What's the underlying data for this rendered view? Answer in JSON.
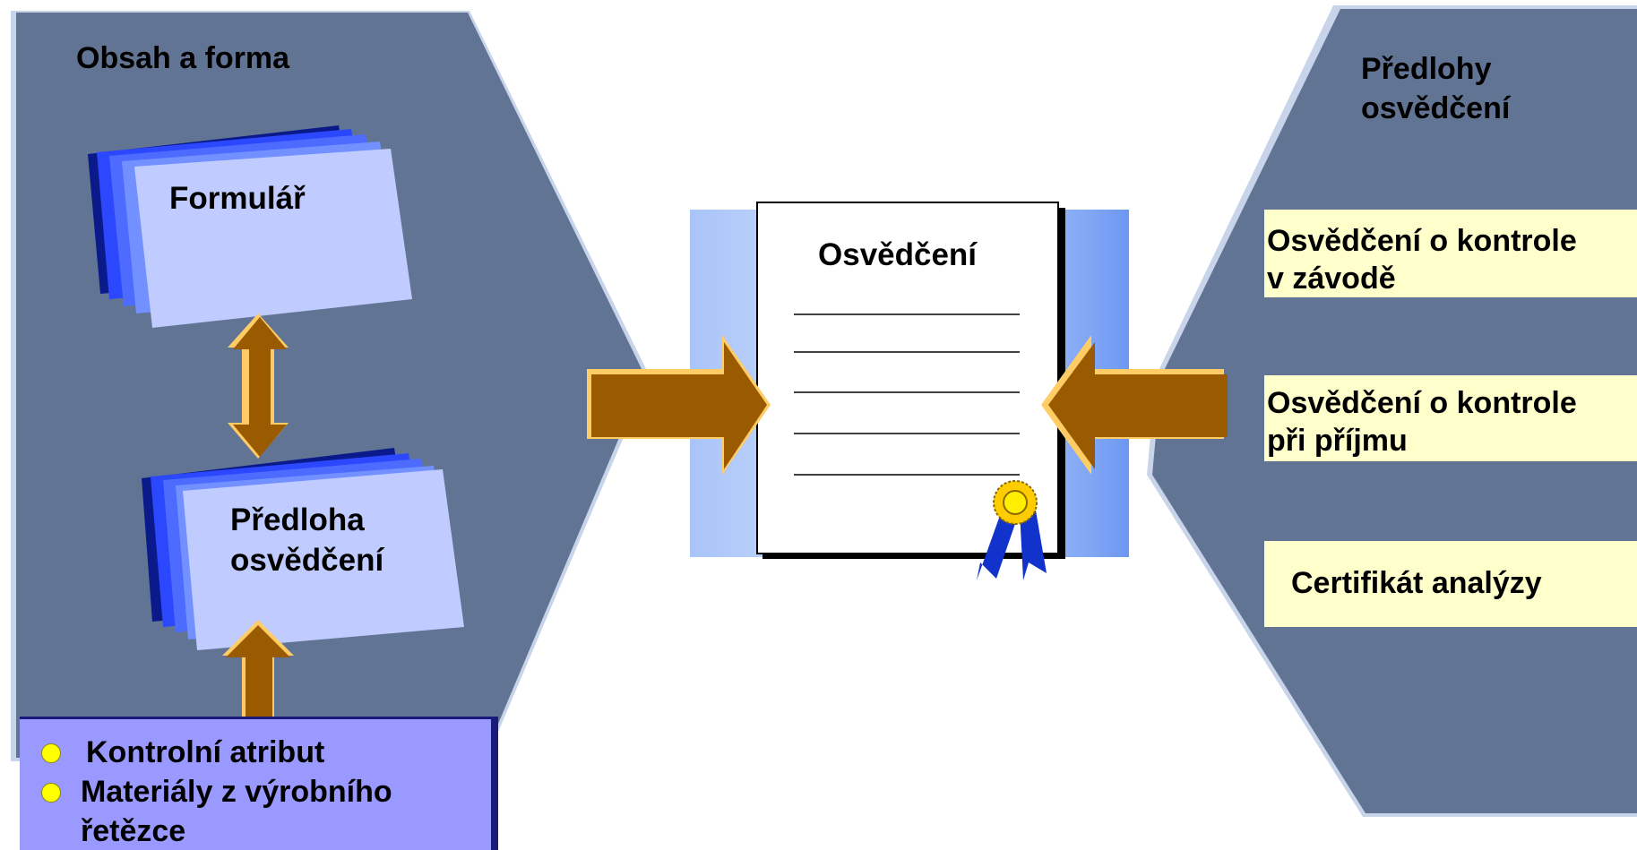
{
  "left_panel": {
    "title": "Obsah a forma",
    "form_stack_label": "Formulář",
    "template_stack_label_line1": "Předloha",
    "template_stack_label_line2": "osvědčení",
    "attributes": [
      "Kontrolní atribut",
      "Materiály z výrobního",
      "řetězce"
    ]
  },
  "center": {
    "document_title": "Osvědčení"
  },
  "right_panel": {
    "title_line1": "Předlohy",
    "title_line2": "osvědčení",
    "items": [
      {
        "line1": "Osvědčení o kontrole",
        "line2": "v závodě"
      },
      {
        "line1": "Osvědčení o kontrole",
        "line2": "při příjmu"
      },
      {
        "line1": "Certifikát analýzy",
        "line2": ""
      }
    ]
  },
  "colors": {
    "panel": "#627494",
    "arrow": "#9a5a00",
    "arrow_highlight": "#ffcc66",
    "card": "#c0ccff",
    "card_stack": "#3366ff",
    "yellow_box": "#ffffcc",
    "bullet_box": "#9999ff",
    "doc_backdrop": "#a8c4f8",
    "ribbon": "#1133cc",
    "seal": "#ffee00"
  }
}
